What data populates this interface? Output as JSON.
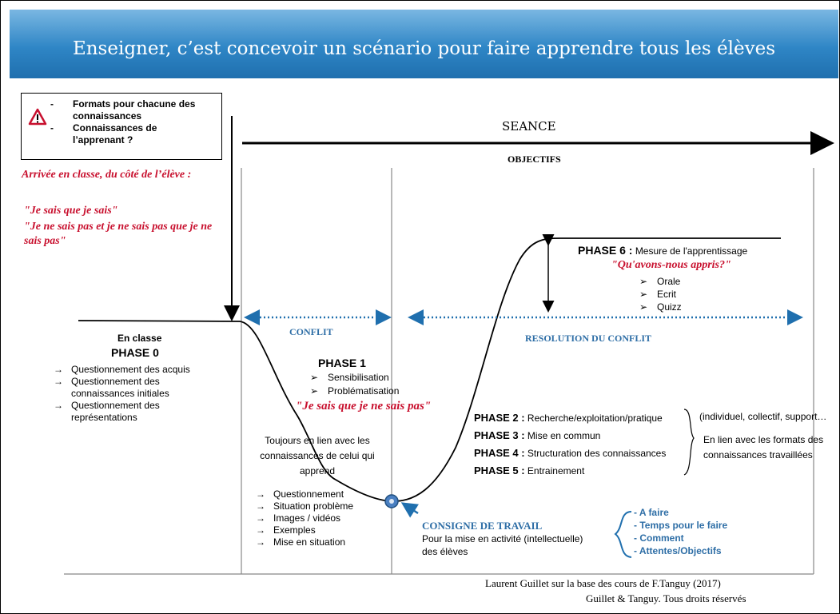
{
  "slide": {
    "title": "Enseigner, c’est concevoir un scénario pour faire apprendre tous les élèves"
  },
  "warning_box": {
    "items": [
      "Formats pour chacune des connaissances",
      "Connaissances de l’apprenant ?"
    ],
    "dash": "-"
  },
  "arrival": {
    "heading": "Arrivée en classe, du côté de l’élève :",
    "quote1": "\"Je sais que je sais\"",
    "quote2_line1": "\"Je ne sais pas et je ne sais pas que je ne",
    "quote2_line2": "sais pas\""
  },
  "seance": {
    "label": "SEANCE",
    "objectifs": "OBJECTIFS"
  },
  "conflit": {
    "label": "CONFLIT"
  },
  "resolution": {
    "label": "RESOLUTION DU CONFLIT"
  },
  "phase0": {
    "intro": "En classe",
    "title": "PHASE 0",
    "items": [
      "Questionnement des acquis",
      "Questionnement des connaissances initiales",
      "Questionnement des représentations"
    ]
  },
  "phase1": {
    "title": "PHASE 1",
    "items": [
      "Sensibilisation",
      "Problématisation"
    ],
    "quote": "\"Je sais que je ne sais pas\""
  },
  "link_text": {
    "line1": "Toujours en lien avec les",
    "line2": "connaissances de celui qui",
    "line3": "apprend"
  },
  "tools": {
    "items": [
      "Questionnement",
      "Situation problème",
      "Images / vidéos",
      "Exemples",
      "Mise en situation"
    ]
  },
  "phase6": {
    "title": "PHASE 6 :",
    "desc": "Mesure de l'apprentissage",
    "quote": "\"Qu'avons-nous appris?\"",
    "items": [
      "Orale",
      "Ecrit",
      "Quizz"
    ]
  },
  "phases": [
    {
      "title": "PHASE 2 :",
      "desc": "Recherche/exploitation/pratique"
    },
    {
      "title": "PHASE 3 :",
      "desc": "Mise en commun"
    },
    {
      "title": "PHASE 4 :",
      "desc": "Structuration des connaissances"
    },
    {
      "title": "PHASE 5 :",
      "desc": "Entrainement"
    }
  ],
  "phase_notes": {
    "note1": "(individuel, collectif, support…",
    "note2_line1": "En lien avec les formats des",
    "note2_line2": "connaissances travaillées"
  },
  "consigne": {
    "title": "CONSIGNE DE TRAVAIL",
    "line1": "Pour la mise en activité (intellectuelle)",
    "line2": "des élèves",
    "items": [
      "- A faire",
      "- Temps pour le faire",
      "- Comment",
      "- Attentes/Objectifs"
    ]
  },
  "credits": {
    "line1": "Laurent Guillet sur la base des cours de F.Tanguy (2017)",
    "line2": "Guillet & Tanguy. Tous droits réservés"
  },
  "symbols": {
    "arrow": "→",
    "triangle": "➢"
  },
  "colors": {
    "banner": "#2f86c6",
    "red": "#c8102e",
    "blue": "#2e6ea6"
  }
}
